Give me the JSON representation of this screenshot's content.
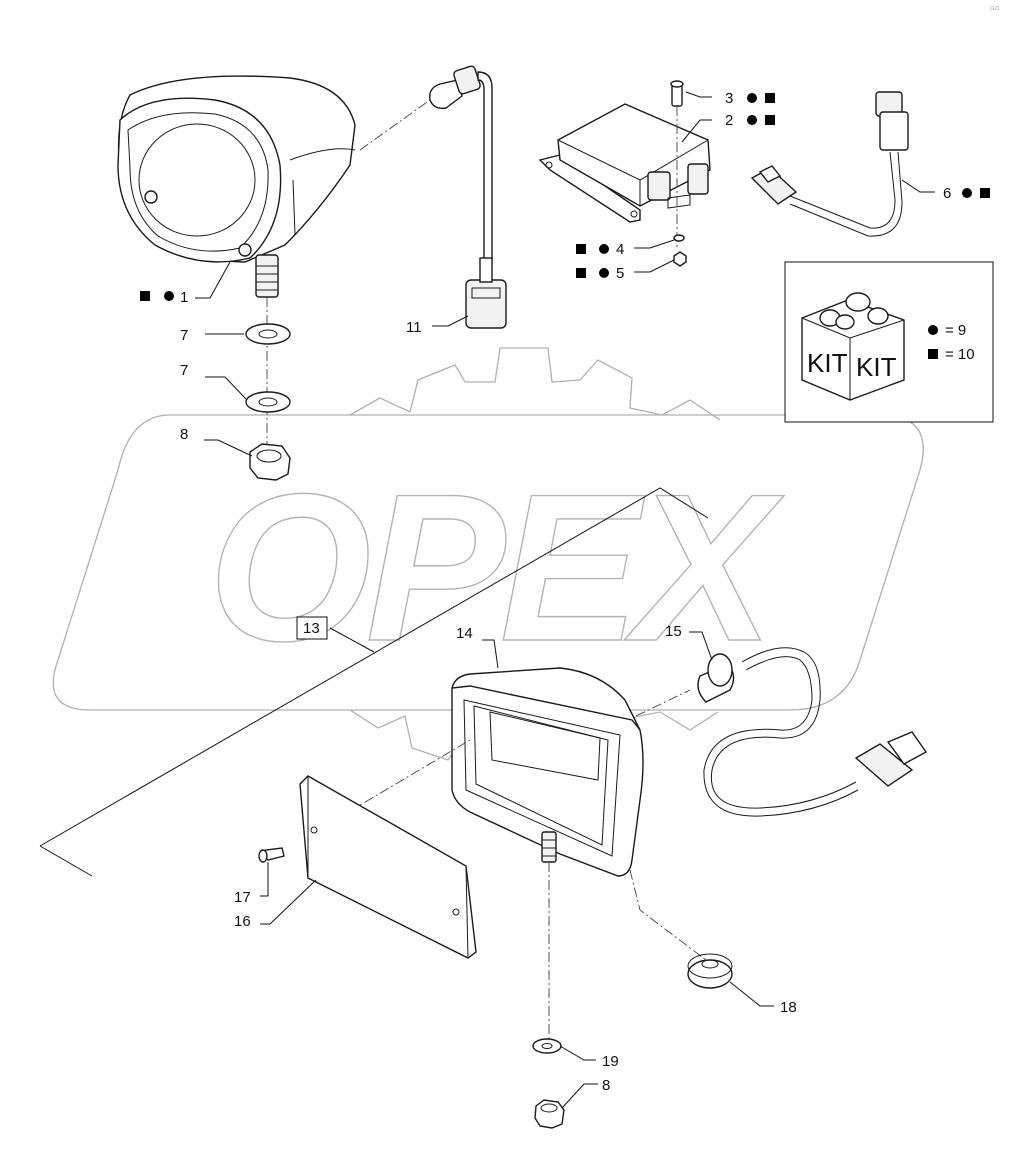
{
  "watermark": "OPEX",
  "corner_mark": "▫▫",
  "kit_box": {
    "kit_label_left": "KIT",
    "kit_label_right": "KIT",
    "legend": [
      {
        "symbol": "dot",
        "text": "= 9"
      },
      {
        "symbol": "square",
        "text": "= 10"
      }
    ]
  },
  "callouts": {
    "c1": {
      "text": "1",
      "symbols": [
        "square",
        "dot"
      ],
      "symbols_side": "left"
    },
    "c2": {
      "text": "2",
      "symbols": [
        "dot",
        "square"
      ],
      "symbols_side": "right"
    },
    "c3": {
      "text": "3",
      "symbols": [
        "dot",
        "square"
      ],
      "symbols_side": "right"
    },
    "c4": {
      "text": "4",
      "symbols": [
        "square",
        "dot"
      ],
      "symbols_side": "left"
    },
    "c5": {
      "text": "5",
      "symbols": [
        "square",
        "dot"
      ],
      "symbols_side": "left"
    },
    "c6": {
      "text": "6",
      "symbols": [
        "dot",
        "square"
      ],
      "symbols_side": "right"
    },
    "c7a": {
      "text": "7"
    },
    "c7b": {
      "text": "7"
    },
    "c8a": {
      "text": "8"
    },
    "c8b": {
      "text": "8"
    },
    "c11": {
      "text": "11"
    },
    "c13": {
      "text": "13",
      "boxed": true
    },
    "c14": {
      "text": "14"
    },
    "c15": {
      "text": "15"
    },
    "c16": {
      "text": "16"
    },
    "c17": {
      "text": "17"
    },
    "c18": {
      "text": "18"
    },
    "c19": {
      "text": "19"
    }
  }
}
